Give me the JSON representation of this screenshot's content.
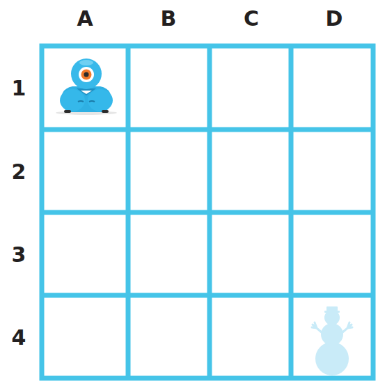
{
  "diagram": {
    "labels": [
      "A",
      "B",
      "C",
      "D",
      "1",
      "2",
      "3",
      "4"
    ]
  }
}
